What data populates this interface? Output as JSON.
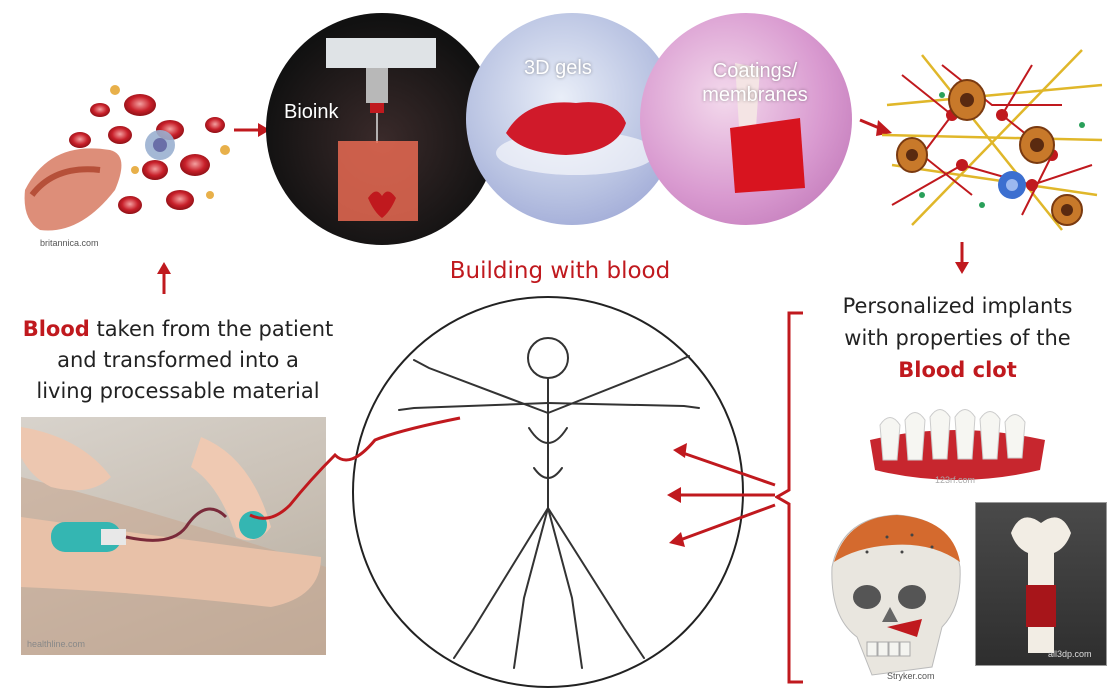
{
  "title": "Building with blood",
  "process_circles": [
    {
      "label": "Bioink"
    },
    {
      "label": "3D gels"
    },
    {
      "label": "Coatings/ membranes"
    }
  ],
  "left_caption": {
    "keyword": "Blood",
    "rest_line1": " taken from the patient",
    "line2": "and transformed into a",
    "line3": "living processable material"
  },
  "right_caption": {
    "line1": "Personalized implants",
    "line2": "with properties of the",
    "keyword": "Blood clot"
  },
  "credits": {
    "blood_cells": "britannica.com",
    "arm": "healthline.com",
    "teeth": "123rf.com",
    "skull": "Stryker.com",
    "bone": "all3dp.com"
  },
  "colors": {
    "accent": "#c0191e",
    "arrow": "#c0191e"
  }
}
